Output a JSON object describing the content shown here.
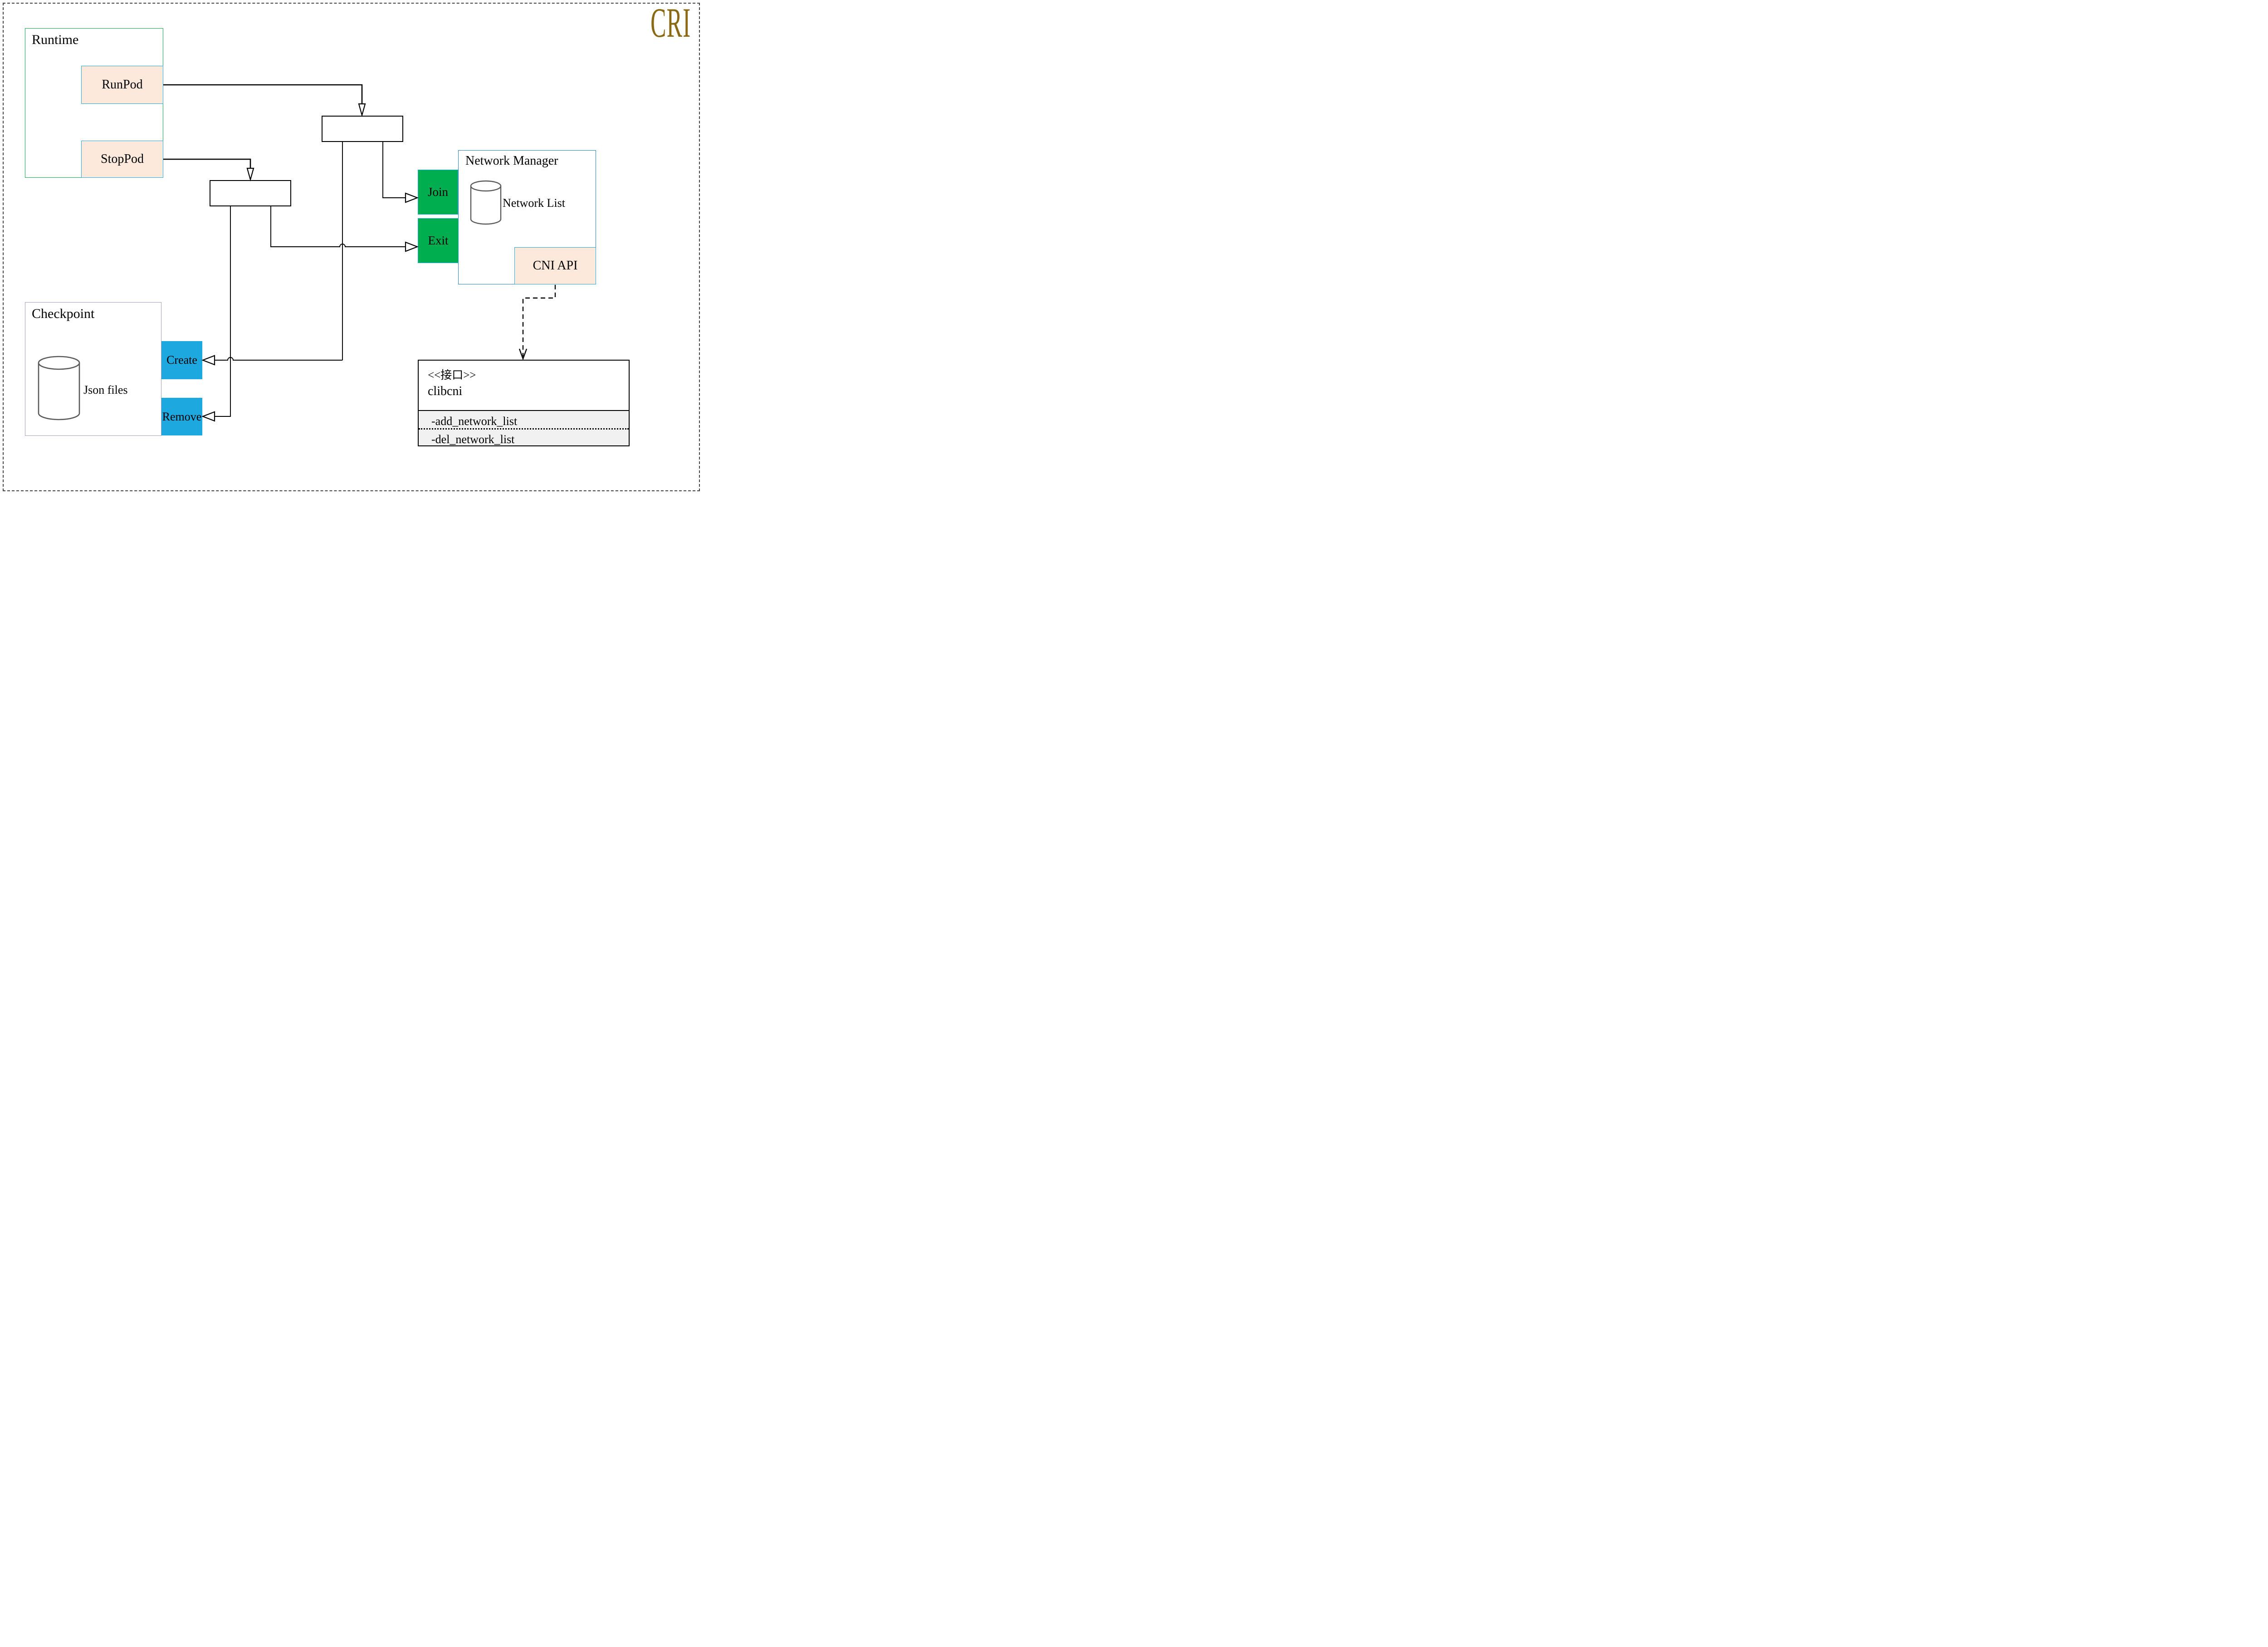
{
  "header": {
    "label": "CRI"
  },
  "runtime": {
    "title": "Runtime",
    "runpod_label": "RunPod",
    "stoppod_label": "StopPod"
  },
  "checkpoint": {
    "title": "Checkpoint",
    "database_label": "Json files",
    "create_label": "Create",
    "remove_label": "Remove"
  },
  "network_manager": {
    "title": "Network Manager",
    "join_label": "Join",
    "exit_label": "Exit",
    "database_label": "Network List",
    "cni_api_label": "CNI API"
  },
  "interface_box": {
    "stereotype": "<<接口>>",
    "name": "clibcni",
    "methods": [
      "-add_network_list",
      "-del_network_list"
    ]
  },
  "colors": {
    "gold": "#8B6914",
    "runtime_border": "#0DB14B",
    "checkpoint_border": "#A79BC8",
    "nm_border": "#2E80C5",
    "cyan_border": "#29ABE2",
    "peach_fill": "#FCE9DB",
    "green_fill": "#00AE4F",
    "blue_fill": "#1EA8E0",
    "methods_bg": "#F1F1F1",
    "cylinder_stroke": "#595959",
    "wire": "#000000"
  }
}
